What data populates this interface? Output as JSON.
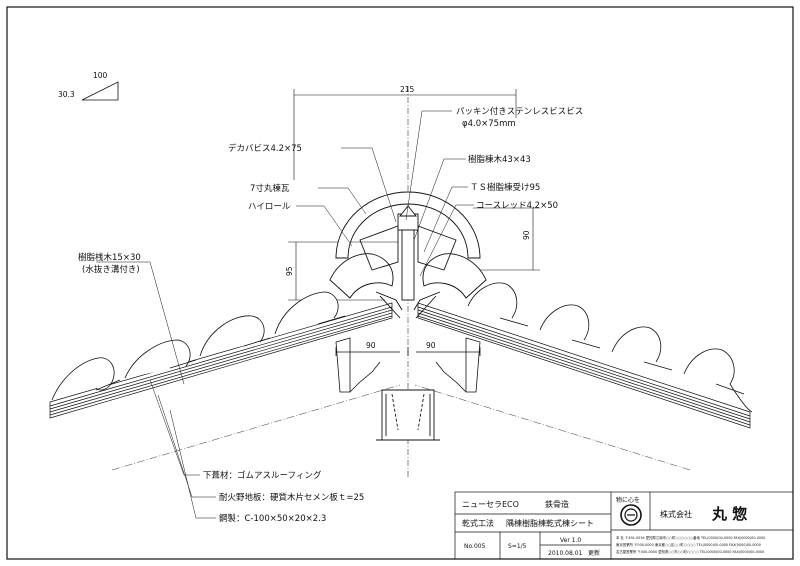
{
  "slope": {
    "run": "100",
    "rise": "30.3"
  },
  "dimensions": {
    "top_width": "215",
    "right_height": "90",
    "left_height": "95",
    "left_span": "90",
    "right_span": "90"
  },
  "callouts": {
    "screw": "パッキン付きステンレスビスビス",
    "screw_size": "φ4.0×75mm",
    "deka_screw": "デカバビス4.2×75",
    "ridge_beam": "樹脂棟木43×43",
    "ridge_tile": "7寸丸棟瓦",
    "ts_bracket": "ＴＳ樹脂棟受け95",
    "coarse_thread": "コースレッド4.2×50",
    "hiroll": "ハイロール",
    "batten": "樹脂桟木15×30",
    "batten_note": "(水抜き溝付き)",
    "underlay": "下葺材：ゴムアスルーフィング",
    "fireproof_board": "耐火野地板：硬質木片セメン板ｔ=25",
    "steel": "鋼製：C-100×50×20×2.3"
  },
  "title_block": {
    "product": "ニューセラECO",
    "structure": "鉄骨造",
    "method": "乾式工法",
    "drawing_title": "隅棟樹脂棟乾式棟シート",
    "drawing_no": "No.005",
    "scale": "S=1/5",
    "version": "Ver 1.0",
    "date": "2010.08.01",
    "update": "更新",
    "motto": "物に心を",
    "company": "株式会社",
    "company_name": "丸 惣",
    "address_lines": [
      "本 社 〒491-0034 愛知県江南市○○町○○○○○○番地 TEL(0000)00-0000 FAX(0000)00-0000",
      "東京営業所 〒000-0000 東京都○○区○○町○○○○ TEL(0000)00-0000 FAX(0000)00-0000",
      "名古屋営業所 〒000-0000 愛知県○○市○○町○○○○ TEL(0000)00-0000 FAX(0000)00-0000"
    ]
  }
}
